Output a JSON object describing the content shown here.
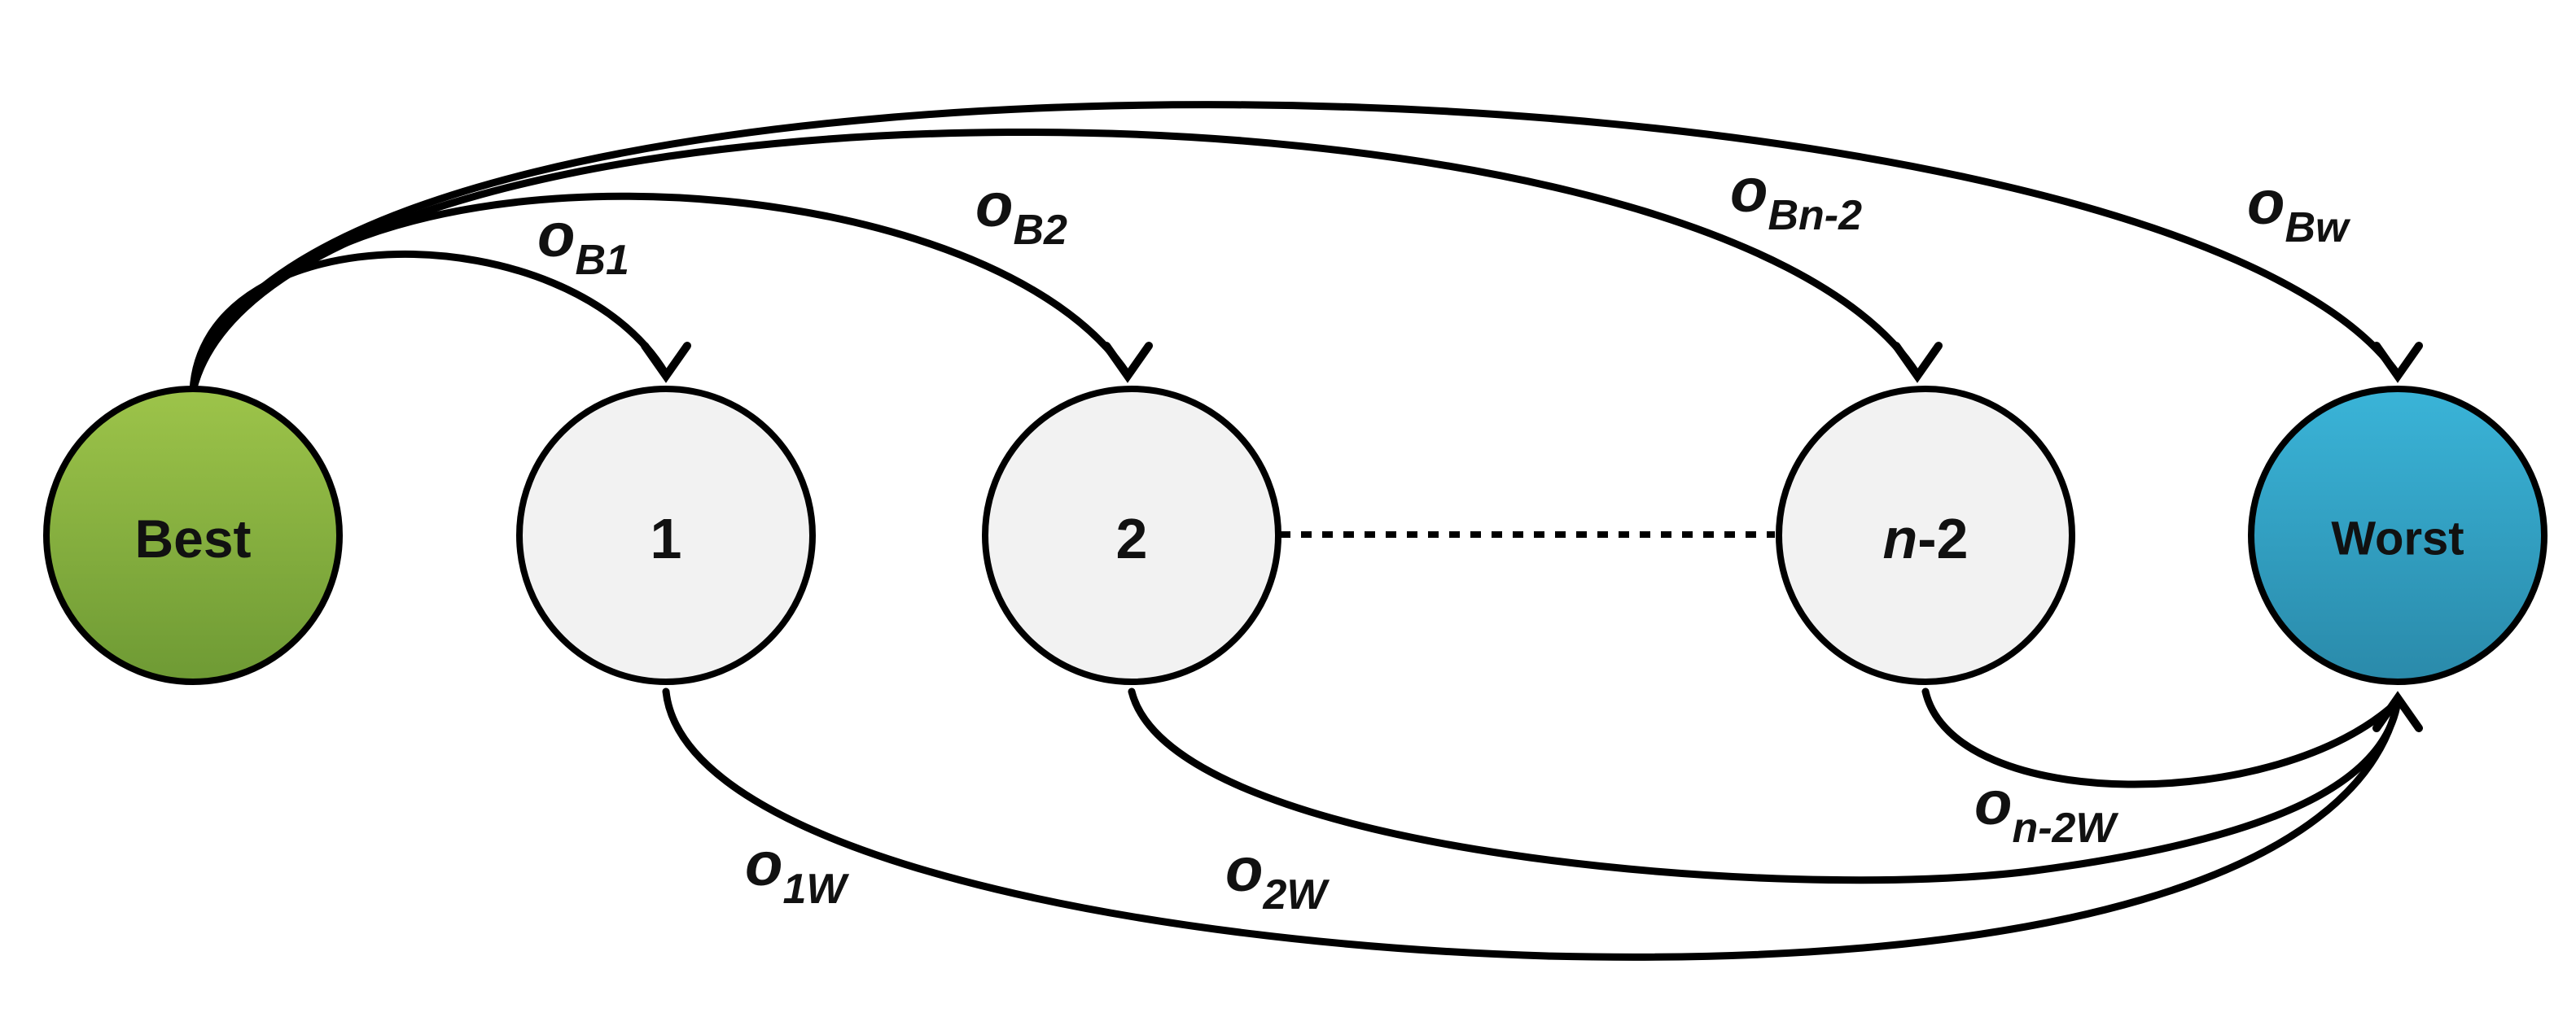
{
  "nodes": {
    "best": {
      "label": "Best",
      "fill_top": "#9dc44a",
      "fill_bottom": "#6e9a34"
    },
    "n1": {
      "label": "1",
      "fill": "#f2f2f2"
    },
    "n2": {
      "label": "2",
      "fill": "#f2f2f2"
    },
    "nm2": {
      "label_italic": "n",
      "label_rest": "-2",
      "fill": "#f2f2f2"
    },
    "worst": {
      "label": "Worst",
      "fill_top": "#3ab4d8",
      "fill_bottom": "#2a8aaa"
    }
  },
  "edges": {
    "ob1": {
      "main": "o",
      "sub": "B1"
    },
    "ob2": {
      "main": "o",
      "sub": "B2"
    },
    "obn2": {
      "main": "o",
      "sub": "Bn-2"
    },
    "obw": {
      "main": "o",
      "sub": "Bw"
    },
    "o1w": {
      "main": "o",
      "sub": "1W"
    },
    "o2w": {
      "main": "o",
      "sub": "2W"
    },
    "on2w": {
      "main": "o",
      "sub": "n-2W"
    }
  }
}
